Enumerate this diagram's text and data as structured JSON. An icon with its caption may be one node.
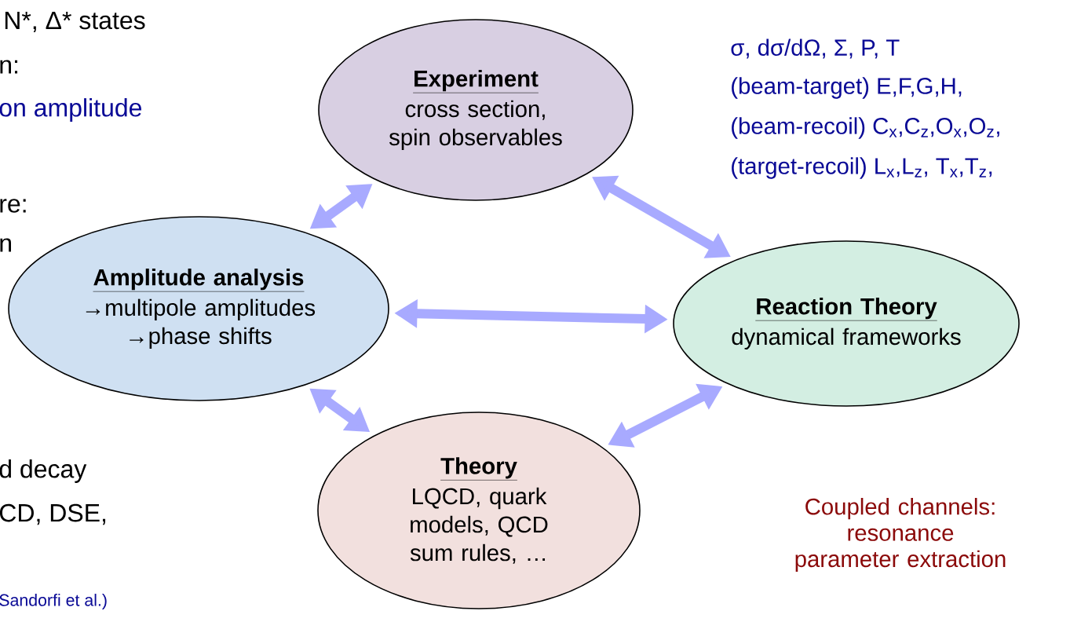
{
  "diagram": {
    "nodes": [
      {
        "text": [
          "Experiment",
          "cross section, spin observables"
        ]
      },
      {
        "text": [
          "Amplitude analysis",
          "→multipole amplitudes →phase shifts"
        ]
      },
      {
        "text": [
          "Reaction Theory",
          "dynamical frameworks"
        ]
      },
      {
        "text": [
          "Theory",
          "LQCD, quark models, QCD sum rules, …"
        ]
      }
    ],
    "edges": [
      {
        "from": 1,
        "to": 0,
        "arrow": "both"
      },
      {
        "from": 0,
        "to": 2,
        "arrow": "both"
      },
      {
        "from": 1,
        "to": 2,
        "arrow": "both"
      },
      {
        "from": 1,
        "to": 3,
        "arrow": "both"
      },
      {
        "from": 3,
        "to": 2,
        "arrow": "both"
      }
    ],
    "labels": [
      "N*, Δ* states",
      "n:",
      "on amplitude",
      "re:",
      "n",
      "d decay",
      "CD, DSE,",
      "Sandorfi et al.)",
      "σ,  dσ/dΩ,  Σ,  P,  T",
      "(beam-target) E,F,G,H,",
      "(beam-recoil) C$_{x}$,C$_{z}$,O$_{x}$,O$_{z}$,",
      "(target-recoil) L$_{x}$,L$_{z}$, T$_{x}$,T$_{z}$,",
      "Coupled channels: resonance parameter extraction"
    ]
  }
}
